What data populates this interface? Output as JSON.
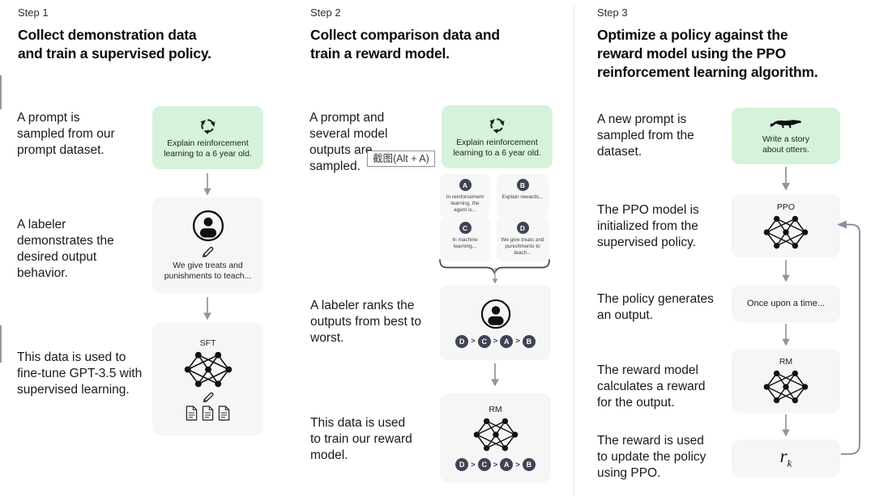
{
  "tooltip": {
    "text": "截图(Alt + A)"
  },
  "colors": {
    "background": "#ffffff",
    "prompt_card_green": "#d6f2db",
    "card_gray": "#f6f6f7",
    "badge_dark": "#3e4454",
    "arrow_gray": "#9aa0ac",
    "text_dark": "#0c0c0f"
  },
  "step1": {
    "step_label": "Step 1",
    "title_lines": [
      "Collect demonstration data",
      "and train a supervised policy."
    ],
    "row1": "A prompt is sampled from our prompt dataset.",
    "prompt_lines": [
      "Explain reinforcement",
      "learning to a 6 year old."
    ],
    "row2": "A labeler demonstrates the desired output behavior.",
    "labeler_lines": [
      "We give treats and",
      "punishments to teach..."
    ],
    "row3": "This data is used to fine-tune GPT-3.5 with supervised learning.",
    "sft_label": "SFT"
  },
  "step2": {
    "step_label": "Step 2",
    "title_lines": [
      "Collect comparison data and",
      "train a reward model."
    ],
    "row1": "A prompt and several model outputs are sampled.",
    "prompt_lines": [
      "Explain reinforcement",
      "learning to a 6 year old."
    ],
    "outputs": [
      {
        "badge": "A",
        "lines": [
          "In reinforcement",
          "learning, the",
          "agent is..."
        ]
      },
      {
        "badge": "B",
        "lines": [
          "Explain rewards..."
        ]
      },
      {
        "badge": "C",
        "lines": [
          "In machine",
          "learning..."
        ]
      },
      {
        "badge": "D",
        "lines": [
          "We give treats and",
          "punishments to",
          "teach..."
        ]
      }
    ],
    "row2": "A labeler ranks the outputs from best to worst.",
    "ranking": [
      "D",
      "C",
      "A",
      "B"
    ],
    "ranking_sep": ">",
    "row3": "This data is used to train our reward model.",
    "rm_label": "RM"
  },
  "step3": {
    "step_label": "Step 3",
    "title_lines": [
      "Optimize a policy against the",
      "reward model using the PPO",
      "reinforcement learning algorithm."
    ],
    "row1": "A new prompt is sampled from the dataset.",
    "prompt_lines": [
      "Write a story",
      "about otters."
    ],
    "row2": "The PPO model is initialized from the supervised policy.",
    "ppo_label": "PPO",
    "row3": "The policy generates an output.",
    "output_text": "Once upon a time...",
    "row4": "The reward model calculates a reward for the output.",
    "rm_label": "RM",
    "row5": "The reward is used to update the policy using PPO.",
    "reward_base": "r",
    "reward_sub": "k"
  }
}
